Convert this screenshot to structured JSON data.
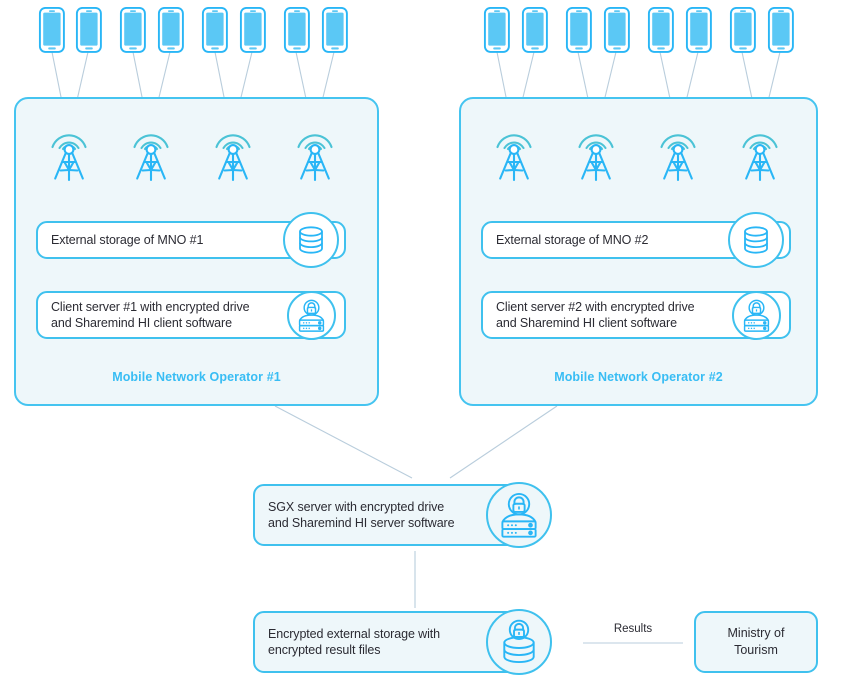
{
  "diagram": {
    "title": "Sharemind HI mobile network operator data analysis architecture",
    "colors": {
      "accent": "#29b6f6",
      "accent_light": "#45c4f0",
      "panel_fill": "#eef7fa",
      "connector": "#b9cddc",
      "text": "#2b2b33",
      "tower_waves": "#4bc3d6",
      "phone_screen": "#5bc8f5"
    },
    "operators": [
      {
        "id": "mno1",
        "label": "Mobile Network Operator #1",
        "phone_count": 8,
        "tower_count": 4,
        "storage": {
          "text": "External storage of MNO #1",
          "icon": "database-icon"
        },
        "client_server": {
          "text": "Client server #1 with encrypted drive\nand Sharemind HI client software",
          "icon": "secure-server-icon"
        }
      },
      {
        "id": "mno2",
        "label": "Mobile Network Operator #2",
        "phone_count": 8,
        "tower_count": 4,
        "storage": {
          "text": "External storage of MNO #2",
          "icon": "database-icon"
        },
        "client_server": {
          "text": "Client server #2 with encrypted drive\nand Sharemind HI client software",
          "icon": "secure-server-icon"
        }
      }
    ],
    "sgx_server": {
      "text": "SGX server with encrypted drive\nand Sharemind HI server software",
      "icon": "secure-server-icon"
    },
    "result_storage": {
      "text": "Encrypted external storage with\nencrypted result files",
      "icon": "secure-database-icon"
    },
    "results_edge": {
      "label": "Results"
    },
    "consumer": {
      "text": "Ministry of\nTourism"
    },
    "icon_names": {
      "phone": "mobile-phone-icon",
      "tower": "cell-tower-icon",
      "database": "database-icon",
      "secure_server": "secure-server-icon",
      "secure_database": "secure-database-icon"
    }
  }
}
